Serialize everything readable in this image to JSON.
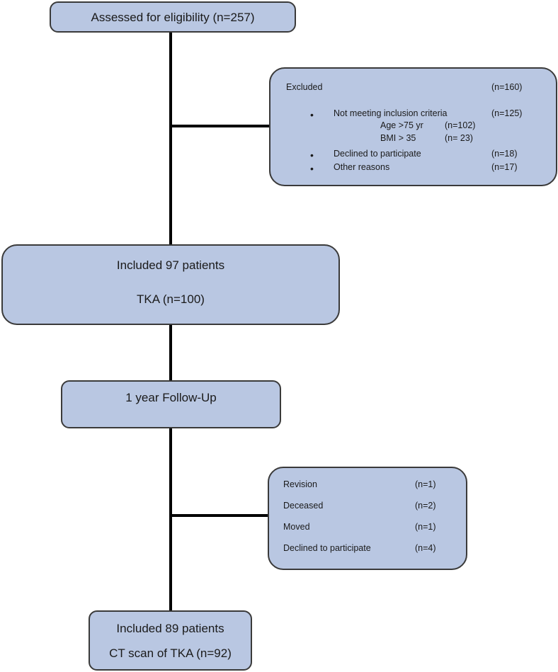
{
  "assessed": {
    "text": "Assessed for eligibility (n=257)"
  },
  "excluded": {
    "title": "Excluded",
    "title_count": "(n=160)",
    "items": [
      {
        "label": "Not meeting inclusion criteria",
        "count": "(n=125)"
      },
      {
        "label": "Declined to participate",
        "count": "(n=18)"
      },
      {
        "label": "Other reasons",
        "count": "(n=17)"
      }
    ],
    "subitems": [
      {
        "label": "Age >75 yr",
        "count": "(n=102)"
      },
      {
        "label": "BMI > 35",
        "count": "(n=  23)"
      }
    ]
  },
  "included1": {
    "line1": "Included 97 patients",
    "line2": "TKA (n=100)"
  },
  "followup": {
    "text": "1 year Follow-Up"
  },
  "lost": {
    "items": [
      {
        "label": "Revision",
        "count": "(n=1)"
      },
      {
        "label": "Deceased",
        "count": "(n=2)"
      },
      {
        "label": "Moved",
        "count": "(n=1)"
      },
      {
        "label": "Declined to participate",
        "count": "(n=4)"
      }
    ]
  },
  "included2": {
    "line1": "Included 89 patients",
    "line2": "CT scan of TKA (n=92)"
  },
  "colors": {
    "box_fill": "#b9c7e2",
    "border": "#3a3a3a",
    "line": "#000000"
  }
}
